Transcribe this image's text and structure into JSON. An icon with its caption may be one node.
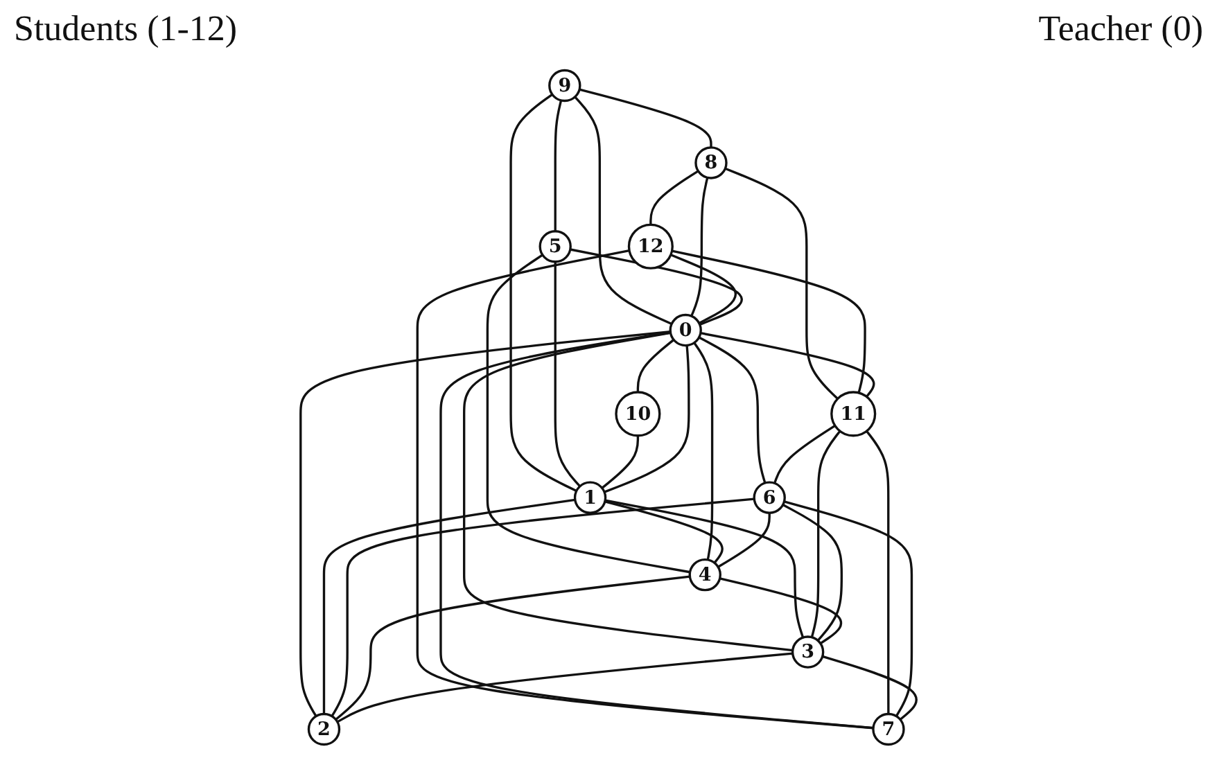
{
  "diagram": {
    "nodes": [
      {
        "text": [
          "9"
        ]
      },
      {
        "text": [
          "5"
        ]
      },
      {
        "text": [
          "8"
        ]
      },
      {
        "text": [
          "10"
        ]
      },
      {
        "text": [
          "12"
        ]
      },
      {
        "text": [
          "0"
        ]
      },
      {
        "text": [
          "1"
        ]
      },
      {
        "text": [
          "11"
        ]
      },
      {
        "text": [
          "4"
        ]
      },
      {
        "text": [
          "6"
        ]
      },
      {
        "text": [
          "7"
        ]
      },
      {
        "text": [
          "3"
        ]
      },
      {
        "text": [
          "2"
        ]
      }
    ],
    "edges": [
      {
        "from": 0,
        "to": 2,
        "arrow": "none"
      },
      {
        "from": 0,
        "to": 5,
        "arrow": "none"
      },
      {
        "from": 0,
        "to": 6,
        "arrow": "none"
      },
      {
        "from": 0,
        "to": 1,
        "arrow": "none"
      },
      {
        "from": 2,
        "to": 4,
        "arrow": "none"
      },
      {
        "from": 2,
        "to": 5,
        "arrow": "none"
      },
      {
        "from": 2,
        "to": 7,
        "arrow": "none"
      },
      {
        "from": 4,
        "to": 5,
        "arrow": "none"
      },
      {
        "from": 4,
        "to": 7,
        "arrow": "none"
      },
      {
        "from": 4,
        "to": 10,
        "arrow": "none"
      },
      {
        "from": 1,
        "to": 5,
        "arrow": "none"
      },
      {
        "from": 1,
        "to": 6,
        "arrow": "none"
      },
      {
        "from": 1,
        "to": 8,
        "arrow": "none"
      },
      {
        "from": 3,
        "to": 6,
        "arrow": "none"
      },
      {
        "from": 5,
        "to": 3,
        "arrow": "none"
      },
      {
        "from": 5,
        "to": 6,
        "arrow": "none"
      },
      {
        "from": 5,
        "to": 7,
        "arrow": "none"
      },
      {
        "from": 5,
        "to": 10,
        "arrow": "none"
      },
      {
        "from": 5,
        "to": 9,
        "arrow": "none"
      },
      {
        "from": 5,
        "to": 12,
        "arrow": "none"
      },
      {
        "from": 5,
        "to": 8,
        "arrow": "none"
      },
      {
        "from": 5,
        "to": 11,
        "arrow": "none"
      },
      {
        "from": 6,
        "to": 8,
        "arrow": "none"
      },
      {
        "from": 6,
        "to": 12,
        "arrow": "none"
      },
      {
        "from": 6,
        "to": 11,
        "arrow": "none"
      },
      {
        "from": 7,
        "to": 9,
        "arrow": "none"
      },
      {
        "from": 7,
        "to": 11,
        "arrow": "none"
      },
      {
        "from": 7,
        "to": 10,
        "arrow": "none"
      },
      {
        "from": 9,
        "to": 8,
        "arrow": "none"
      },
      {
        "from": 9,
        "to": 11,
        "arrow": "none"
      },
      {
        "from": 9,
        "to": 12,
        "arrow": "none"
      },
      {
        "from": 9,
        "to": 10,
        "arrow": "none"
      },
      {
        "from": 8,
        "to": 11,
        "arrow": "none"
      },
      {
        "from": 8,
        "to": 12,
        "arrow": "none"
      },
      {
        "from": 11,
        "to": 12,
        "arrow": "none"
      },
      {
        "from": 11,
        "to": 10,
        "arrow": "none"
      }
    ],
    "labels": [
      "Students (1-12)",
      "Teacher (0)"
    ]
  }
}
